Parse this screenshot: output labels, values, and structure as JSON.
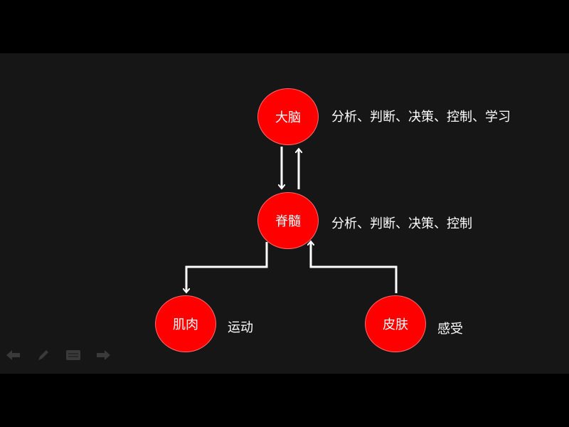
{
  "colors": {
    "node_fill": "#ff0000",
    "arrow": "#ffffff",
    "background": "#161616"
  },
  "nodes": {
    "brain": {
      "label": "大脑",
      "desc": "分析、判断、决策、控制、学习"
    },
    "spinal": {
      "label": "脊髓",
      "desc": "分析、判断、决策、控制"
    },
    "muscle": {
      "label": "肌肉",
      "desc": "运动"
    },
    "skin": {
      "label": "皮肤",
      "desc": "感受"
    }
  },
  "toolbar": {
    "icons": [
      "back-arrow-icon",
      "pen-icon",
      "menu-icon",
      "forward-arrow-icon"
    ]
  }
}
